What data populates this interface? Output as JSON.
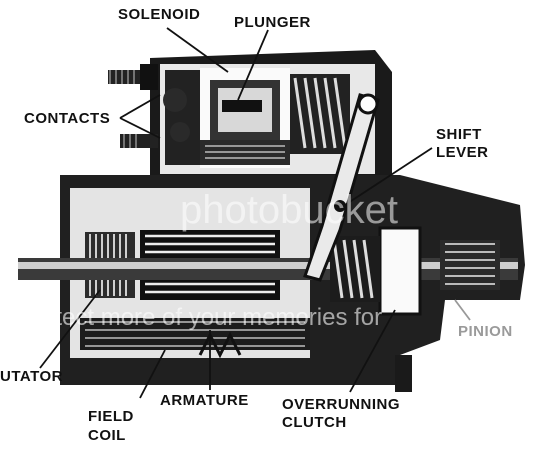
{
  "labels": {
    "solenoid": "SOLENOID",
    "plunger": "PLUNGER",
    "contacts": "CONTACTS",
    "shift_lever_1": "SHIFT",
    "shift_lever_2": "LEVER",
    "pinion": "PINION",
    "commutator_partial": "UTATOR",
    "field_coil_1": "FIELD",
    "field_coil_2": "COIL",
    "armature": "ARMATURE",
    "overrunning_1": "OVERRUNNING",
    "overrunning_2": "CLUTCH"
  },
  "watermark": {
    "brand": "photobucket",
    "tagline": "Protect more of your memories for"
  },
  "colors": {
    "ink": "#111111",
    "pinion_label": "#9a9a9a",
    "paper": "#ffffff"
  }
}
